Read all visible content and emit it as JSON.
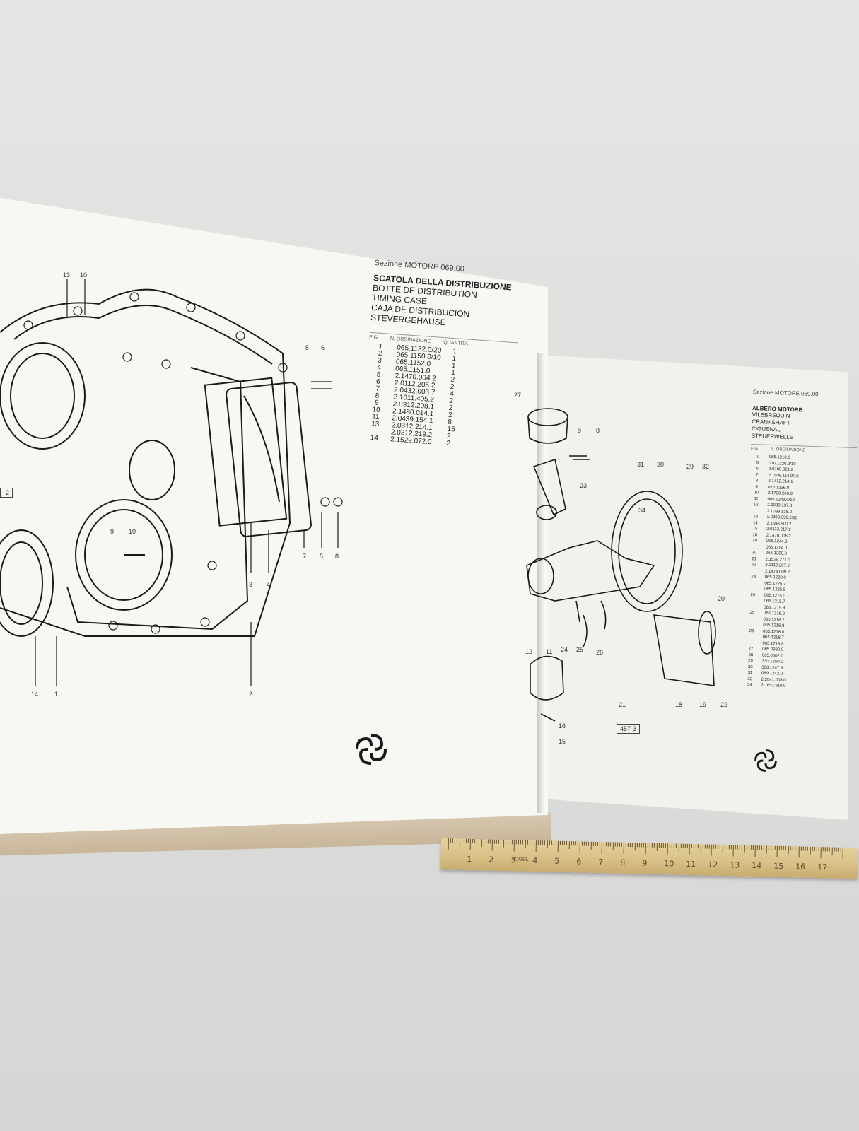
{
  "left_page": {
    "section_label": "Sezione MOTORE 069.00",
    "title": "SCATOLA DELLA DISTRIBUZIONE",
    "subtitles": [
      "BOTTE DE DISTRIBUTION",
      "TIMING CASE",
      "CAJA DE DISTRIBUCION",
      "STEVERGEHAUSE"
    ],
    "column_headers": [
      "FIG",
      "N. ORDINAZIONE",
      "QUANTITA"
    ],
    "rows": [
      {
        "fig": "1",
        "code": "065.1132.0/20",
        "qty": "1"
      },
      {
        "fig": "2",
        "code": "065.1150.0/10",
        "qty": "1"
      },
      {
        "fig": "3",
        "code": "065.1152.0",
        "qty": "1"
      },
      {
        "fig": "4",
        "code": "065.1151.0",
        "qty": "1"
      },
      {
        "fig": "5",
        "code": "2.1470.004.2",
        "qty": "2"
      },
      {
        "fig": "6",
        "code": "2.0112.205.2",
        "qty": "2"
      },
      {
        "fig": "7",
        "code": "2.0432.003.7",
        "qty": "4"
      },
      {
        "fig": "8",
        "code": "2.1011.405.2",
        "qty": "2"
      },
      {
        "fig": "9",
        "code": "2.0312.208.1",
        "qty": "2"
      },
      {
        "fig": "10",
        "code": "2.1480.014.1",
        "qty": "2"
      },
      {
        "fig": "11",
        "code": "2.0439.154.1",
        "qty": "8"
      },
      {
        "fig": "13",
        "code": "2.0312.214.1",
        "qty": "15"
      },
      {
        "fig": "",
        "code": "2.0312.219.2",
        "qty": "2"
      },
      {
        "fig": "14",
        "code": "2.1529.072.0",
        "qty": "2"
      }
    ],
    "callouts": [
      "13",
      "10",
      "5",
      "6",
      "9",
      "10",
      "3",
      "4",
      "7",
      "5",
      "8",
      "14",
      "1",
      "2"
    ],
    "ref_box": "-2"
  },
  "right_page": {
    "section_label": "Sezione MOTORE 069.00",
    "title": "ALBERO MOTORE",
    "subtitles": [
      "VILEBREQUIN",
      "CRANKSHAFT",
      "CIGUENAL",
      "STEUERWELLE"
    ],
    "column_headers": [
      "FIG",
      "N. ORDINAZIONE"
    ],
    "rows": [
      {
        "fig": "1",
        "code": "065.1210.0"
      },
      {
        "fig": "5",
        "code": "070.1220.2/10"
      },
      {
        "fig": "6",
        "code": "2.0108.021.2"
      },
      {
        "fig": "7",
        "code": "2.1508.114.0/10"
      },
      {
        "fig": "8",
        "code": "2.1412.214.1"
      },
      {
        "fig": "9",
        "code": "076.1236.0"
      },
      {
        "fig": "10",
        "code": "2.1720.266.0"
      },
      {
        "fig": "11",
        "code": "065.1249.0/10"
      },
      {
        "fig": "12",
        "code": "2.1089.137.0"
      },
      {
        "fig": "",
        "code": "2.1089.138.0"
      },
      {
        "fig": "13",
        "code": "2.0399.396.2/10"
      },
      {
        "fig": "14",
        "code": "2.1598.500.2"
      },
      {
        "fig": "15",
        "code": "2.0112.217.2"
      },
      {
        "fig": "18",
        "code": "2.1470.006.2"
      },
      {
        "fig": "19",
        "code": "065.1244.0"
      },
      {
        "fig": "",
        "code": "065.1254.0"
      },
      {
        "fig": "20",
        "code": "065.1250.0"
      },
      {
        "fig": "21",
        "code": "2.1529.271.0"
      },
      {
        "fig": "22",
        "code": "2.0112.267.2"
      },
      {
        "fig": "",
        "code": "2.1474.009.2"
      },
      {
        "fig": "23",
        "code": "065.1220.0"
      },
      {
        "fig": "",
        "code": "065.1225.7"
      },
      {
        "fig": "",
        "code": "065.1225.8"
      },
      {
        "fig": "24",
        "code": "065.1215.0"
      },
      {
        "fig": "",
        "code": "065.1215.7"
      },
      {
        "fig": "",
        "code": "065.1215.8"
      },
      {
        "fig": "25",
        "code": "065.1216.0"
      },
      {
        "fig": "",
        "code": "065.1216.7"
      },
      {
        "fig": "",
        "code": "065.1216.8"
      },
      {
        "fig": "26",
        "code": "065.1218.0"
      },
      {
        "fig": "",
        "code": "065.1218.7"
      },
      {
        "fig": "",
        "code": "065.1218.8"
      },
      {
        "fig": "27",
        "code": "065.0980.0"
      },
      {
        "fig": "28",
        "code": "065.0002.0"
      },
      {
        "fig": "29",
        "code": "330.1250.0"
      },
      {
        "fig": "30",
        "code": "330.1247.3"
      },
      {
        "fig": "31",
        "code": "069.1242.0"
      },
      {
        "fig": "32",
        "code": "2.2041.008.0"
      },
      {
        "fig": "34",
        "code": "2.1652.910.0"
      }
    ],
    "callouts": [
      "27",
      "9",
      "8",
      "31",
      "30",
      "29",
      "32",
      "23",
      "34",
      "20",
      "12",
      "11",
      "24",
      "25",
      "26",
      "18",
      "19",
      "22",
      "21",
      "16",
      "15"
    ],
    "ref_box": "457-3"
  },
  "ruler": {
    "numbers": [
      "1",
      "2",
      "3",
      "4",
      "5",
      "6",
      "7",
      "8",
      "9",
      "10",
      "11",
      "12",
      "13",
      "14",
      "15",
      "16",
      "17"
    ],
    "brand": "VOGEL"
  },
  "colors": {
    "paper": "#f7f7f4",
    "ink": "#222222",
    "ruler": "#d7be84",
    "table_surface": "#dddddb"
  }
}
